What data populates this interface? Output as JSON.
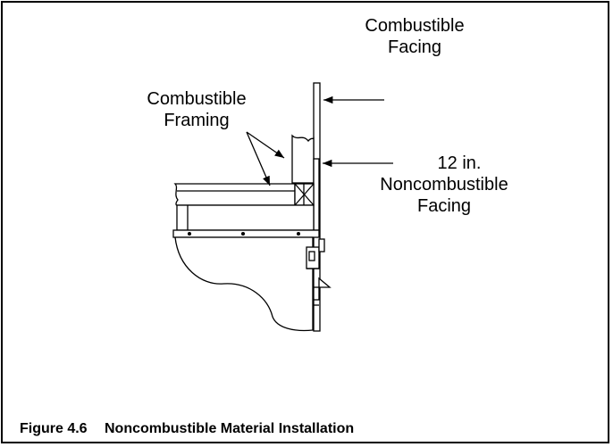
{
  "labels": {
    "combustible_facing": [
      "Combustible",
      "Facing"
    ],
    "combustible_framing": [
      "Combustible",
      "Framing"
    ],
    "noncombustible_facing": [
      "12 in.",
      "Noncombustible",
      "Facing"
    ]
  },
  "caption": {
    "number": "Figure 4.6",
    "title": "Noncombustible Material Installation"
  }
}
